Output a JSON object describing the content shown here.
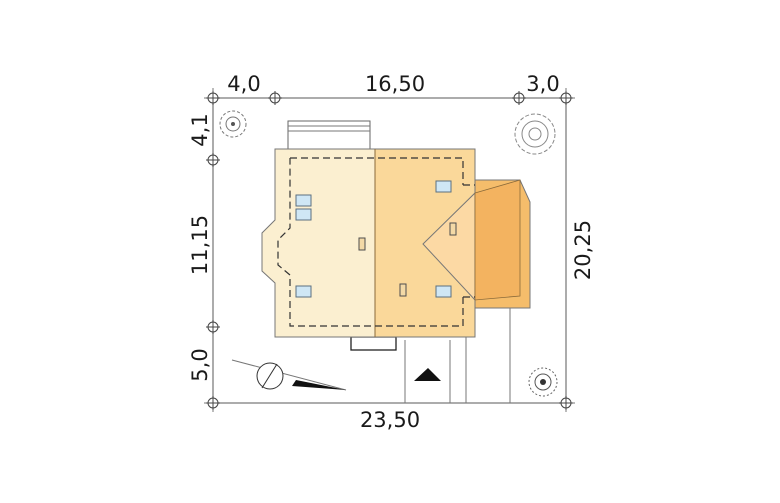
{
  "dimensions": {
    "top_left": "4,0",
    "top_middle": "16,50",
    "top_right": "3,0",
    "left_top": "4,1",
    "left_middle": "11,15",
    "left_bottom": "5,0",
    "right": "20,25",
    "bottom": "23,50"
  },
  "colors": {
    "roof_light": "#fbefd0",
    "roof_mid": "#fad89a",
    "roof_dark": "#f5bd6b",
    "roof_gable": "#fcd9a4",
    "window": "#cfe7f5",
    "line": "#6b6b6b"
  },
  "icons": [
    "tree-icon",
    "compass-icon",
    "entrance-arrow-icon"
  ]
}
